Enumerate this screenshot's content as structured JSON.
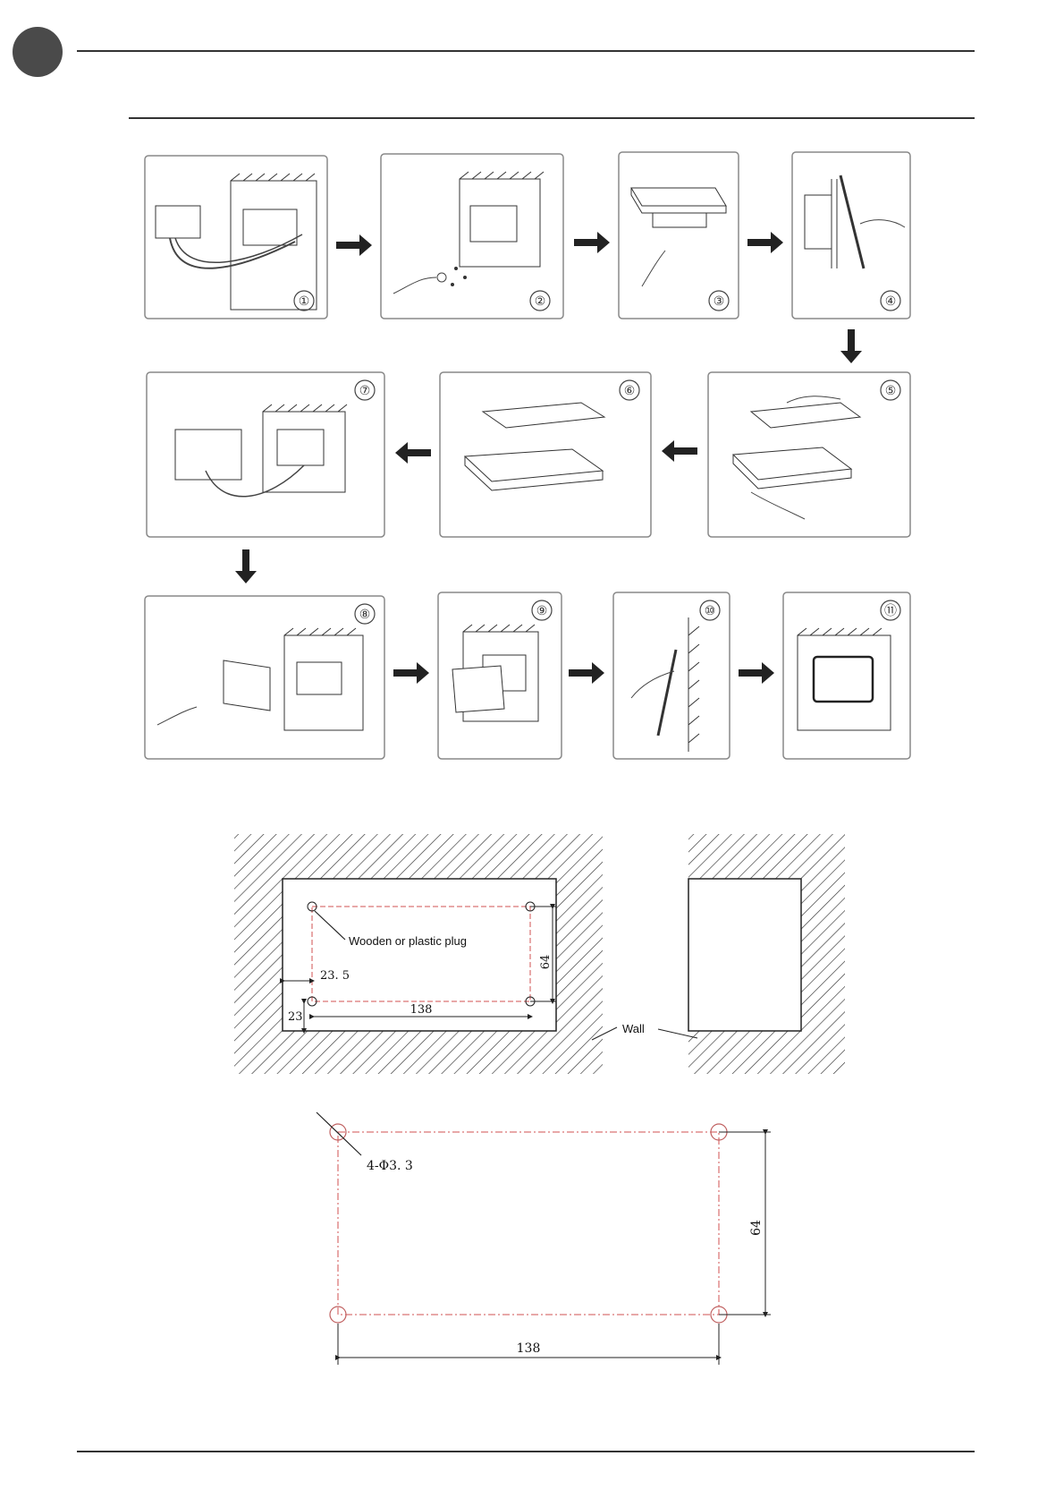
{
  "page": {
    "accent": "#4a4a4a"
  },
  "steps": {
    "labels": [
      "①",
      "②",
      "③",
      "④",
      "⑤",
      "⑥",
      "⑦",
      "⑧",
      "⑨",
      "⑩",
      "⑪"
    ]
  },
  "mounting_dims": {
    "plug_label": "Wooden or plastic plug",
    "wall_label": "Wall",
    "left_offset": "23. 5",
    "bottom_offset": "23",
    "width": "138",
    "height": "64"
  },
  "hole_pattern": {
    "hole_spec": "4-Φ3. 3",
    "width": "138",
    "height": "64"
  }
}
